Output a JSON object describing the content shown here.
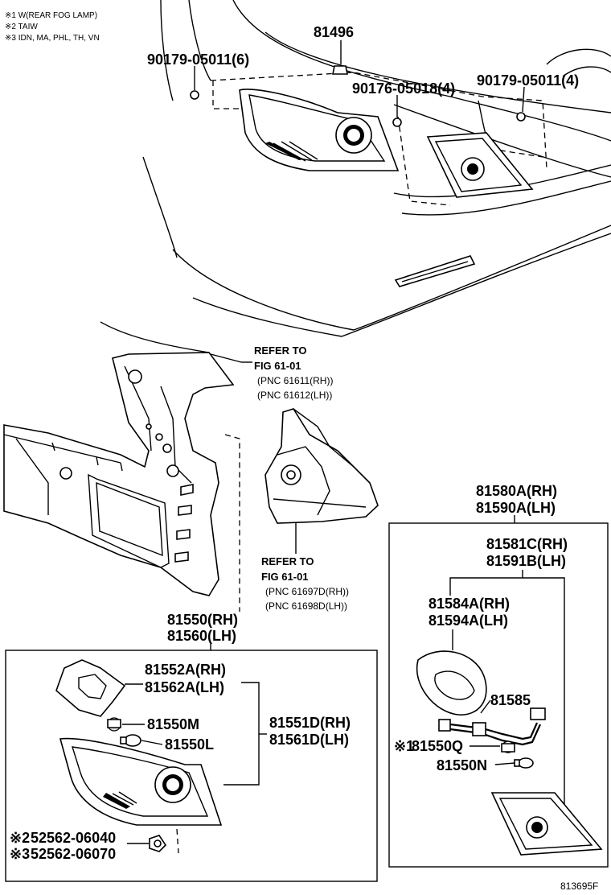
{
  "notes": [
    "※1 W(REAR FOG LAMP)",
    "※2 TAIW",
    "※3 IDN, MA, PHL, TH, VN"
  ],
  "parts": {
    "p81496": "81496",
    "p90179_left": "90179-05011(6)",
    "p90176": "90176-05018(4)",
    "p90179_right": "90179-05011(4)",
    "refer1_a": "REFER TO",
    "refer1_b": "FIG 61-01",
    "refer1_c": "(PNC 61611(RH))",
    "refer1_d": "(PNC 61612(LH))",
    "refer2_a": "REFER TO",
    "refer2_b": "FIG 61-01",
    "refer2_c": "(PNC 61697D(RH))",
    "refer2_d": "(PNC 61698D(LH))",
    "p81580": "81580A(RH)",
    "p81590": "81590A(LH)",
    "p81581": "81581C(RH)",
    "p81591": "81591B(LH)",
    "p81584": "81584A(RH)",
    "p81594": "81594A(LH)",
    "p81585": "81585",
    "p81550Q_mark": "※1",
    "p81550Q": "81550Q",
    "p81550N": "81550N",
    "p81550": "81550(RH)",
    "p81560": "81560(LH)",
    "p81552": "81552A(RH)",
    "p81562": "81562A(LH)",
    "p81550M": "81550M",
    "p81550L": "81550L",
    "p81551": "81551D(RH)",
    "p81561": "81561D(LH)",
    "p52562a_mark": "※2",
    "p52562a": "52562-06040",
    "p52562b_mark": "※3",
    "p52562b": "52562-06070"
  },
  "diagram_code": "813695F"
}
